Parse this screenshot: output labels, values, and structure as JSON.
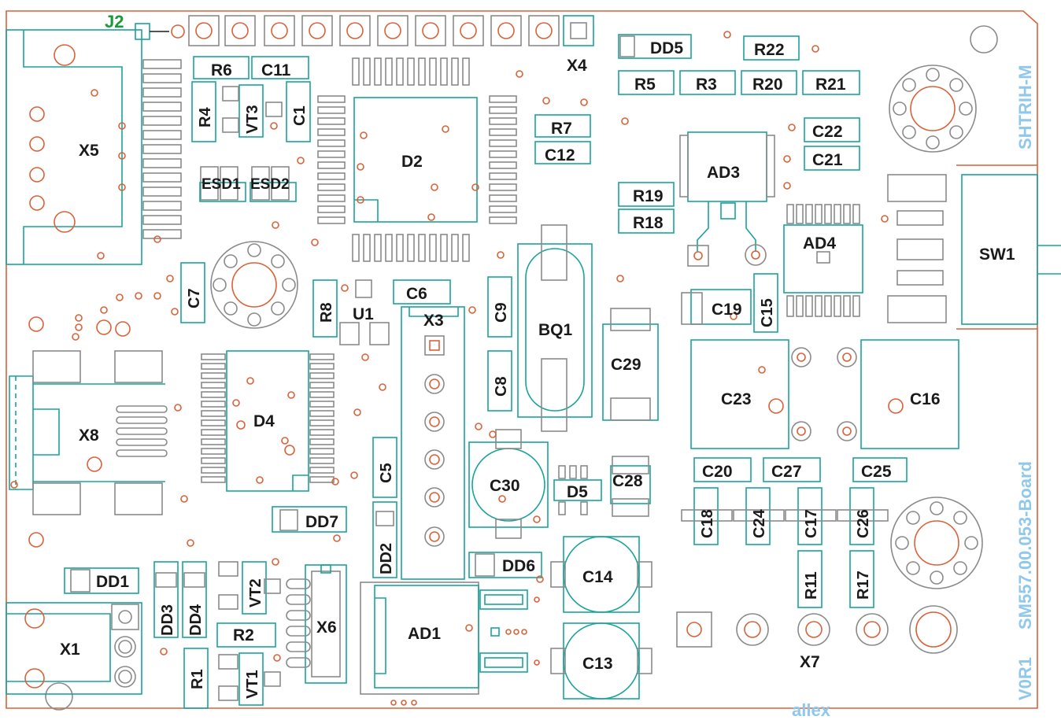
{
  "board": {
    "name": "SM557.00.053-Board",
    "product": "SHTRIH-M",
    "version": "V0R1",
    "author": "allex",
    "colors": {
      "outline": "#d9623a",
      "footprint": "#1aa39a",
      "pad": "#8a8a8a",
      "text": "#1a1a1a",
      "side_text": "#8fc8ea",
      "j2": "#1a9a3a"
    }
  },
  "designators": {
    "J2": "J2",
    "X4": "X4",
    "X5": "X5",
    "X8": "X8",
    "X1": "X1",
    "X3": "X3",
    "X6": "X6",
    "X7": "X7",
    "DD5": "DD5",
    "R22": "R22",
    "R5": "R5",
    "R3": "R3",
    "R20": "R20",
    "R21": "R21",
    "R6": "R6",
    "C11": "C11",
    "R4": "R4",
    "VT3": "VT3",
    "C1": "C1",
    "D2": "D2",
    "R7": "R7",
    "C12": "C12",
    "AD3": "AD3",
    "C22": "C22",
    "C21": "C21",
    "ESD1": "ESD1",
    "ESD2": "ESD2",
    "R19": "R19",
    "R18": "R18",
    "AD4": "AD4",
    "SW1": "SW1",
    "C7": "C7",
    "R8": "R8",
    "U1": "U1",
    "C6": "C6",
    "C9": "C9",
    "BQ1": "BQ1",
    "C19": "C19",
    "C15": "C15",
    "C29": "C29",
    "C23": "C23",
    "C16": "C16",
    "D4": "D4",
    "C8": "C8",
    "C5": "C5",
    "C30": "C30",
    "D5": "D5",
    "C28": "C28",
    "C20": "C20",
    "C27": "C27",
    "C25": "C25",
    "C18": "C18",
    "C24": "C24",
    "C17": "C17",
    "C26": "C26",
    "DD7": "DD7",
    "DD2": "DD2",
    "DD6": "DD6",
    "DD1": "DD1",
    "DD3": "DD3",
    "DD4": "DD4",
    "VT2": "VT2",
    "C14": "C14",
    "R11": "R11",
    "R17": "R17",
    "R2": "R2",
    "AD1": "AD1",
    "R1": "R1",
    "VT1": "VT1",
    "C13": "C13"
  }
}
